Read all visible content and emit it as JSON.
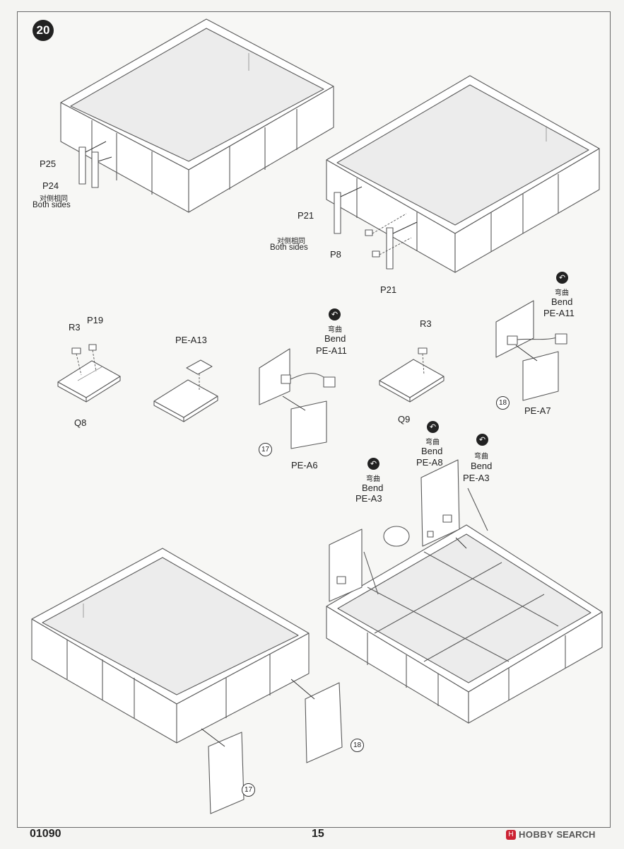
{
  "step": {
    "number": "20"
  },
  "labels": {
    "p25": "P25",
    "p24": "P24",
    "both_sides_cn_1": "对侧相同",
    "both_sides_en_1": "Both sides",
    "p21_top": "P21",
    "both_sides_cn_2": "对侧相同",
    "both_sides_en_2": "Both sides",
    "p8": "P8",
    "p21_bottom": "P21",
    "r3_left": "R3",
    "p19": "P19",
    "q8": "Q8",
    "pe_a13": "PE-A13",
    "bend_cn_1": "弯曲",
    "bend_en_1": "Bend",
    "pe_a11_mid": "PE-A11",
    "pe_a6": "PE-A6",
    "ref17_mid": "17",
    "r3_right": "R3",
    "q9": "Q9",
    "bend_cn_2": "弯曲",
    "bend_en_2": "Bend",
    "pe_a11_right": "PE-A11",
    "pe_a7": "PE-A7",
    "ref18_right": "18",
    "bend_cn_3": "弯曲",
    "bend_en_3": "Bend",
    "pe_a8": "PE-A8",
    "bend_cn_4": "弯曲",
    "bend_en_4": "Bend",
    "pe_a3_right": "PE-A3",
    "bend_cn_5": "弯曲",
    "bend_en_5": "Bend",
    "pe_a3_left": "PE-A3",
    "ref18_bottom": "18",
    "ref17_bottom": "17"
  },
  "footer": {
    "code": "01090",
    "page": "15",
    "watermark_brand": "HOBBY",
    "watermark_site": "SEARCH"
  },
  "icons": {
    "bend": "bend-icon",
    "step": "step-number-badge",
    "reference": "circled-reference-number"
  },
  "colors": {
    "line": "#5a5a5a",
    "badge": "#222222",
    "paper": "#f7f7f5"
  }
}
